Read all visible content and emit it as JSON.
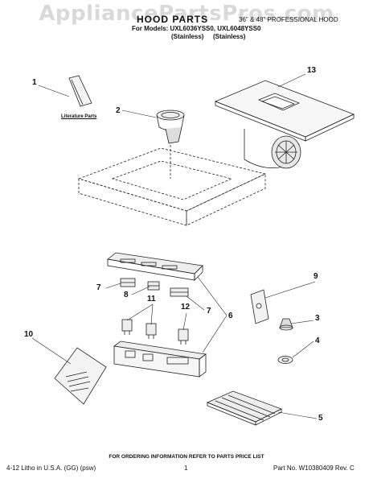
{
  "watermark": "AppliancePartsPros.com",
  "header": {
    "title": "HOOD PARTS",
    "subtitle": "36\" & 48\" PROFESSIONAL HOOD",
    "models": "For Models: UXL6036YSS0, UXL6048YSS0",
    "finish_1": "(Stainless)",
    "finish_2": "(Stainless)"
  },
  "literature_label": "Literature Parts",
  "callouts": [
    "1",
    "2",
    "13",
    "7",
    "8",
    "11",
    "12",
    "7",
    "9",
    "6",
    "3",
    "4",
    "10",
    "5"
  ],
  "footer": {
    "note": "FOR ORDERING INFORMATION REFER TO PARTS PRICE LIST",
    "left": "4-12 Litho in U.S.A. (GG) (psw)",
    "page": "1",
    "part_no": "Part No. W10380409 Rev. C"
  }
}
